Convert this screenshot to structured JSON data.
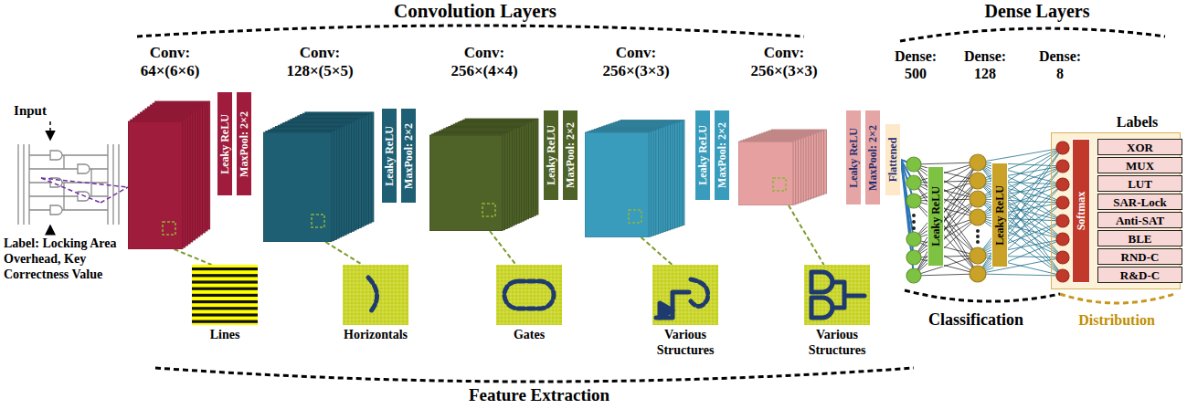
{
  "diagram": {
    "nodes": [
      {
        "text": [
          "Conv: 64×(6×6)"
        ]
      },
      {
        "text": [
          "Leaky ReLU"
        ]
      },
      {
        "text": [
          "MaxPool: 2×2"
        ]
      },
      {
        "text": [
          "Conv: 128×(5×5)"
        ]
      },
      {
        "text": [
          "Leaky ReLU"
        ]
      },
      {
        "text": [
          "MaxPool: 2×2"
        ]
      },
      {
        "text": [
          "Conv: 256×(4×4)"
        ]
      },
      {
        "text": [
          "Leaky ReLU"
        ]
      },
      {
        "text": [
          "MaxPool: 2×2"
        ]
      },
      {
        "text": [
          "Conv: 256×(3×3)"
        ]
      },
      {
        "text": [
          "Leaky ReLU"
        ]
      },
      {
        "text": [
          "MaxPool: 2×2"
        ]
      },
      {
        "text": [
          "Conv: 256×(3×3)"
        ]
      },
      {
        "text": [
          "Leaky ReLU"
        ]
      },
      {
        "text": [
          "MaxPool: 2×2"
        ]
      },
      {
        "text": [
          "Flattened"
        ]
      },
      {
        "text": [
          "Lines"
        ]
      },
      {
        "text": [
          "Horizontals"
        ]
      },
      {
        "text": [
          "Gates"
        ]
      },
      {
        "text": [
          "Various Structures"
        ]
      },
      {
        "text": [
          "Various Structures"
        ]
      },
      {
        "text": [
          "Leaky ReLU"
        ]
      },
      {
        "text": [
          "Leaky ReLU"
        ]
      },
      {
        "text": [
          "Labels"
        ]
      },
      {
        "text": [
          "Softmax"
        ],
        "in": 23
      },
      {
        "text": [
          "XOR"
        ],
        "in": 23
      },
      {
        "text": [
          "MUX"
        ],
        "in": 23
      },
      {
        "text": [
          "LUT"
        ],
        "in": 23
      },
      {
        "text": [
          "SAR-Lock"
        ],
        "in": 23
      },
      {
        "text": [
          "Anti-SAT"
        ],
        "in": 23
      },
      {
        "text": [
          "BLE"
        ],
        "in": 23
      },
      {
        "text": [
          "RND-C"
        ],
        "in": 23
      },
      {
        "text": [
          "R&D-C"
        ],
        "in": 23
      }
    ],
    "edges": [
      {
        "from": 0,
        "to": 16,
        "arrow": "none"
      },
      {
        "from": 3,
        "to": 17,
        "arrow": "none"
      },
      {
        "from": 6,
        "to": 18,
        "arrow": "none"
      },
      {
        "from": 9,
        "to": 19,
        "arrow": "none"
      },
      {
        "from": 12,
        "to": 20,
        "arrow": "none"
      }
    ],
    "labels": [
      "Input",
      "Label: Locking Area Overhead, Key Correctness Value",
      "Convolution Layers",
      "Dense Layers",
      "Dense: 500",
      "Dense: 128",
      "Dense: 8",
      "Classification",
      "Distribution",
      "Feature Extraction"
    ]
  }
}
